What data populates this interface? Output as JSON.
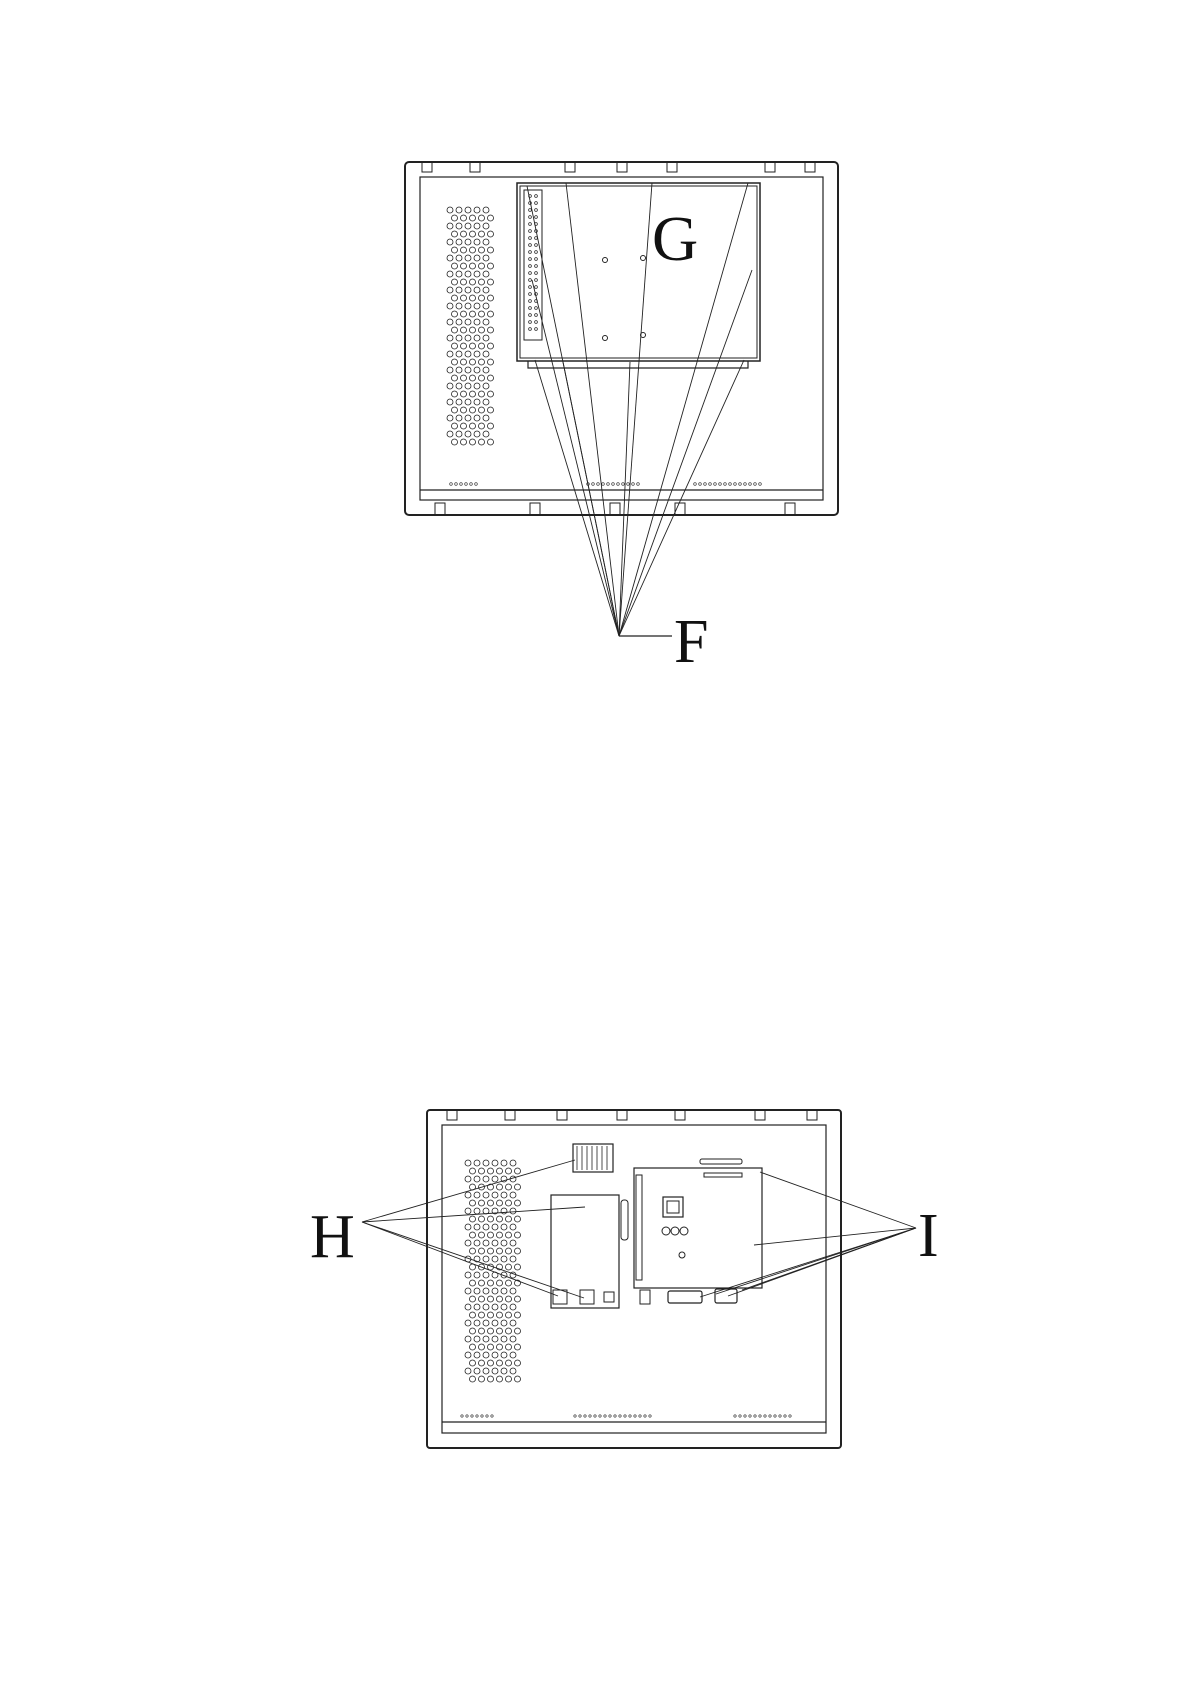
{
  "figure_top": {
    "callouts": {
      "screws": "F",
      "board_bracket": "G"
    }
  },
  "figure_bottom": {
    "callouts": {
      "power_board_screws": "H",
      "main_board_screws": "I"
    }
  },
  "colors": {
    "line": "#222222",
    "background": "#ffffff"
  }
}
